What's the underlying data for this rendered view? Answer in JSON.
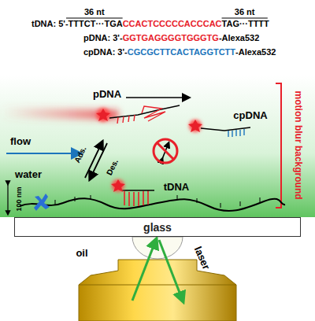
{
  "diagram": {
    "nodes": [
      {
        "text": [
          "glass"
        ]
      }
    ],
    "edges": [],
    "labels": [
      "36 nt",
      "36 nt",
      "tDNA: 5'-TTTCT···TGA",
      "CCACTCCCCCACCCAC",
      "TAG···TTTT",
      "pDNA: 3'-",
      "GGTGAGGGGTGGGTG",
      "-Alexa532",
      "cpDNA: 3'-",
      "CGCGCTTCACTAGGTCTT",
      "-Alexa532",
      "pDNA",
      "cpDNA",
      "flow",
      "Ads.",
      "Des.",
      "water",
      "100 nm",
      "tDNA",
      "oil",
      "laser",
      "motion blur background"
    ]
  }
}
